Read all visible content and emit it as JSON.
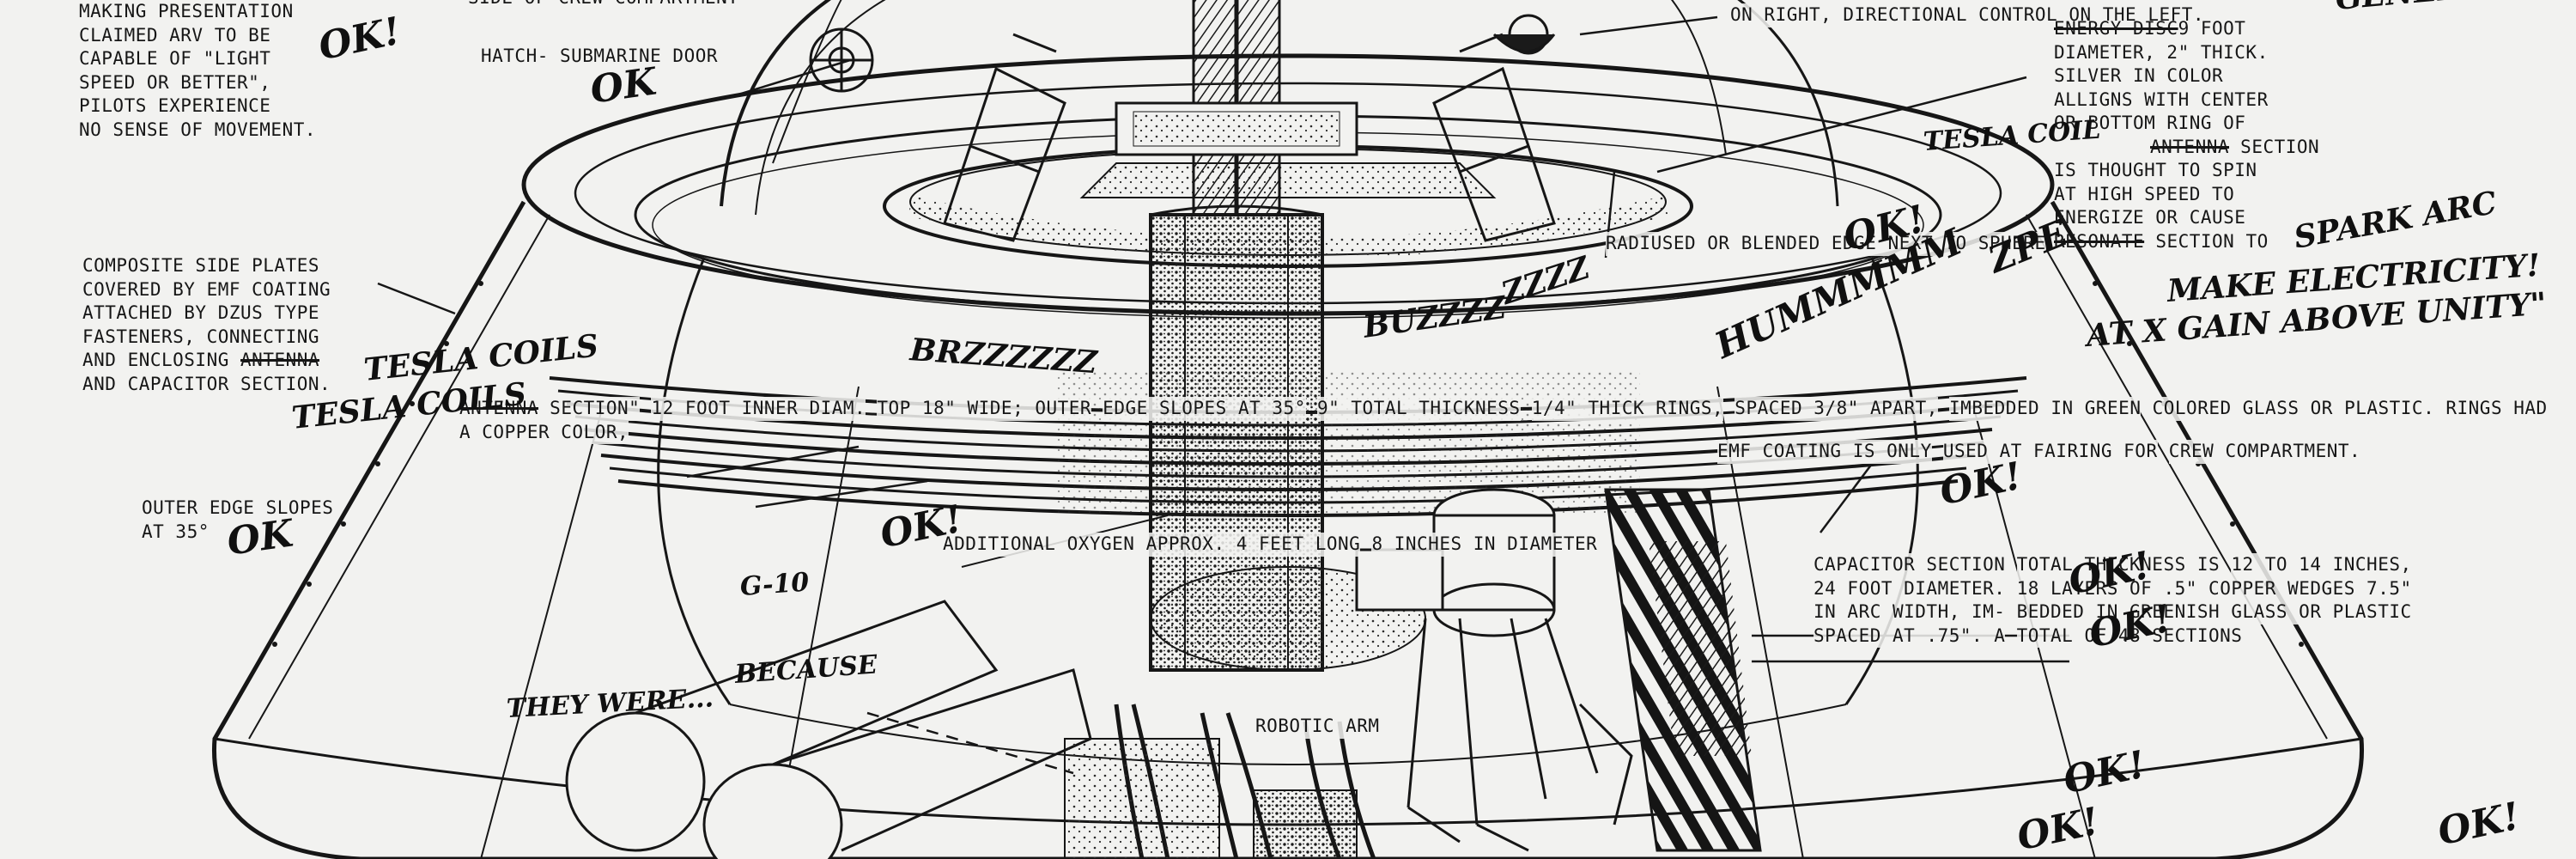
{
  "sheet": {
    "ink_color": "#141414",
    "paper_color": "#f2f2f0"
  },
  "typed_notes": {
    "presentation": [
      "MAKING PRESENTATION",
      "CLAIMED ARV TO BE",
      "CAPABLE OF \"LIGHT",
      "SPEED OR BETTER\",",
      "PILOTS EXPERIENCE",
      "NO SENSE OF MOVEMENT."
    ],
    "crew_compartment_top": "SIDE OF CREW COMPARTMENT",
    "hatch": "HATCH- SUBMARINE DOOR",
    "directional_control": [
      "ON RIGHT, DIRECTIONAL",
      "CONTROL ON THE LEFT."
    ],
    "energy_disk": [
      "9 FOOT",
      "DIAMETER, 2\" THICK.",
      "SILVER IN COLOR",
      "ALLIGNS WITH CENTER",
      "OR BOTTOM RING OF",
      "SECTION",
      "IS THOUGHT TO SPIN",
      "AT HIGH SPEED TO",
      "ENERGIZE OR CAUSE",
      "SECTION TO"
    ],
    "energy_disk_struck": [
      "ENERGY DISC",
      "ANTENNA",
      "RESONATE"
    ],
    "side_plates": [
      "COMPOSITE SIDE PLATES",
      "COVERED BY EMF COATING",
      "ATTACHED BY DZUS TYPE",
      "FASTENERS, CONNECTING",
      "AND ENCLOSING",
      "AND CAPACITOR SECTION."
    ],
    "side_plates_struck": "ANTENNA",
    "radiused_edge": [
      "RADIUSED OR BLENDED",
      "EDGE NEXT TO SPHERE"
    ],
    "antenna_section": [
      "SECTION\"",
      "12 FOOT INNER DIAM.",
      "TOP 18\" WIDE; OUTER",
      "EDGE SLOPES AT 35°",
      "9\" TOTAL THICKNESS",
      "1/4\" THICK RINGS,",
      "SPACED 3/8\" APART,",
      "IMBEDDED IN GREEN",
      "COLORED GLASS OR",
      "PLASTIC. RINGS HAD",
      "A COPPER COLOR,"
    ],
    "antenna_section_struck": "ANTENNA",
    "outer_edge": [
      "OUTER EDGE SLOPES",
      "AT 35°"
    ],
    "emf_coating": [
      "EMF COATING IS ONLY",
      "USED AT FAIRING FOR",
      "CREW COMPARTMENT."
    ],
    "oxygen": [
      "ADDITIONAL OXYGEN",
      "APPROX. 4 FEET LONG",
      "8 INCHES IN DIAMETER"
    ],
    "capacitor": [
      "CAPACITOR SECTION",
      "TOTAL THICKNESS IS",
      "12 TO 14 INCHES,",
      "24 FOOT DIAMETER.",
      "18 LAYERS OF .5\"",
      "COPPER WEDGES 7.5\"",
      "IN ARC WIDTH, IM-",
      "BEDDED IN GREENISH",
      "GLASS OR PLASTIC",
      "SPACED AT .75\". A",
      "TOTAL OF 48 SECTIONS"
    ],
    "robotic_arm": "ROBOTIC ARM"
  },
  "handwritten": {
    "ok": "OK!",
    "ok_plain": "OK",
    "tesla_coils": "TESLA COILS",
    "tesla_coils_2": "TESLA COILS",
    "tesla_coil_antenna": "TESLA COIL",
    "generator": "GENERATOR",
    "zpe": "ZPE",
    "spark_arc": "SPARK ARC",
    "make_electricity": "MAKE ELECTRICITY!",
    "gain": "AT X GAIN ABOVE UNITY\"",
    "because": "BECAUSE",
    "they_were": "THEY WERE...",
    "g10": "G-10",
    "buzz": "BRZZZZZZ",
    "buzz_2": "BUZZZZ",
    "zzz": "ZZZZ",
    "hum": "HUMMMMM",
    "arrow_label": "✕"
  }
}
